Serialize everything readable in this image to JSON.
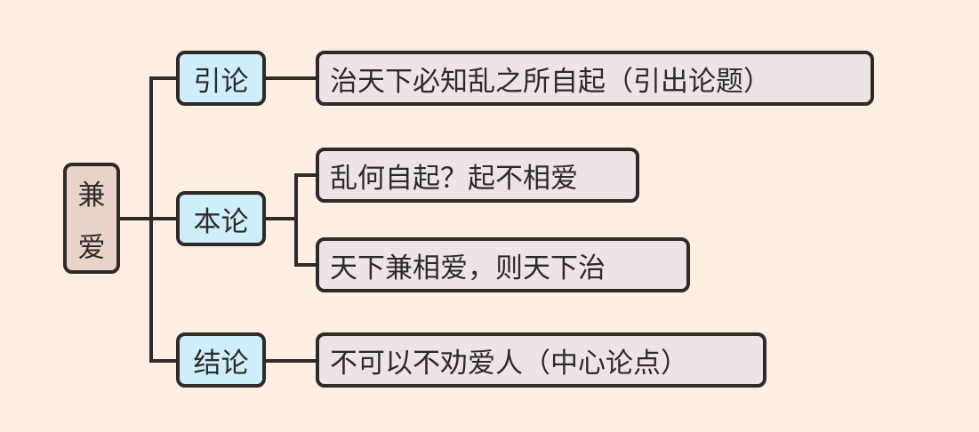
{
  "root": {
    "chars": [
      "兼",
      "爱"
    ]
  },
  "branches": [
    {
      "label": "引论",
      "children": [
        "治天下必知乱之所自起（引出论题）"
      ]
    },
    {
      "label": "本论",
      "children": [
        "乱何自起？起不相爱",
        "天下兼相爱，则天下治"
      ]
    },
    {
      "label": "结论",
      "children": [
        "不可以不劝爱人（中心论点）"
      ]
    }
  ]
}
